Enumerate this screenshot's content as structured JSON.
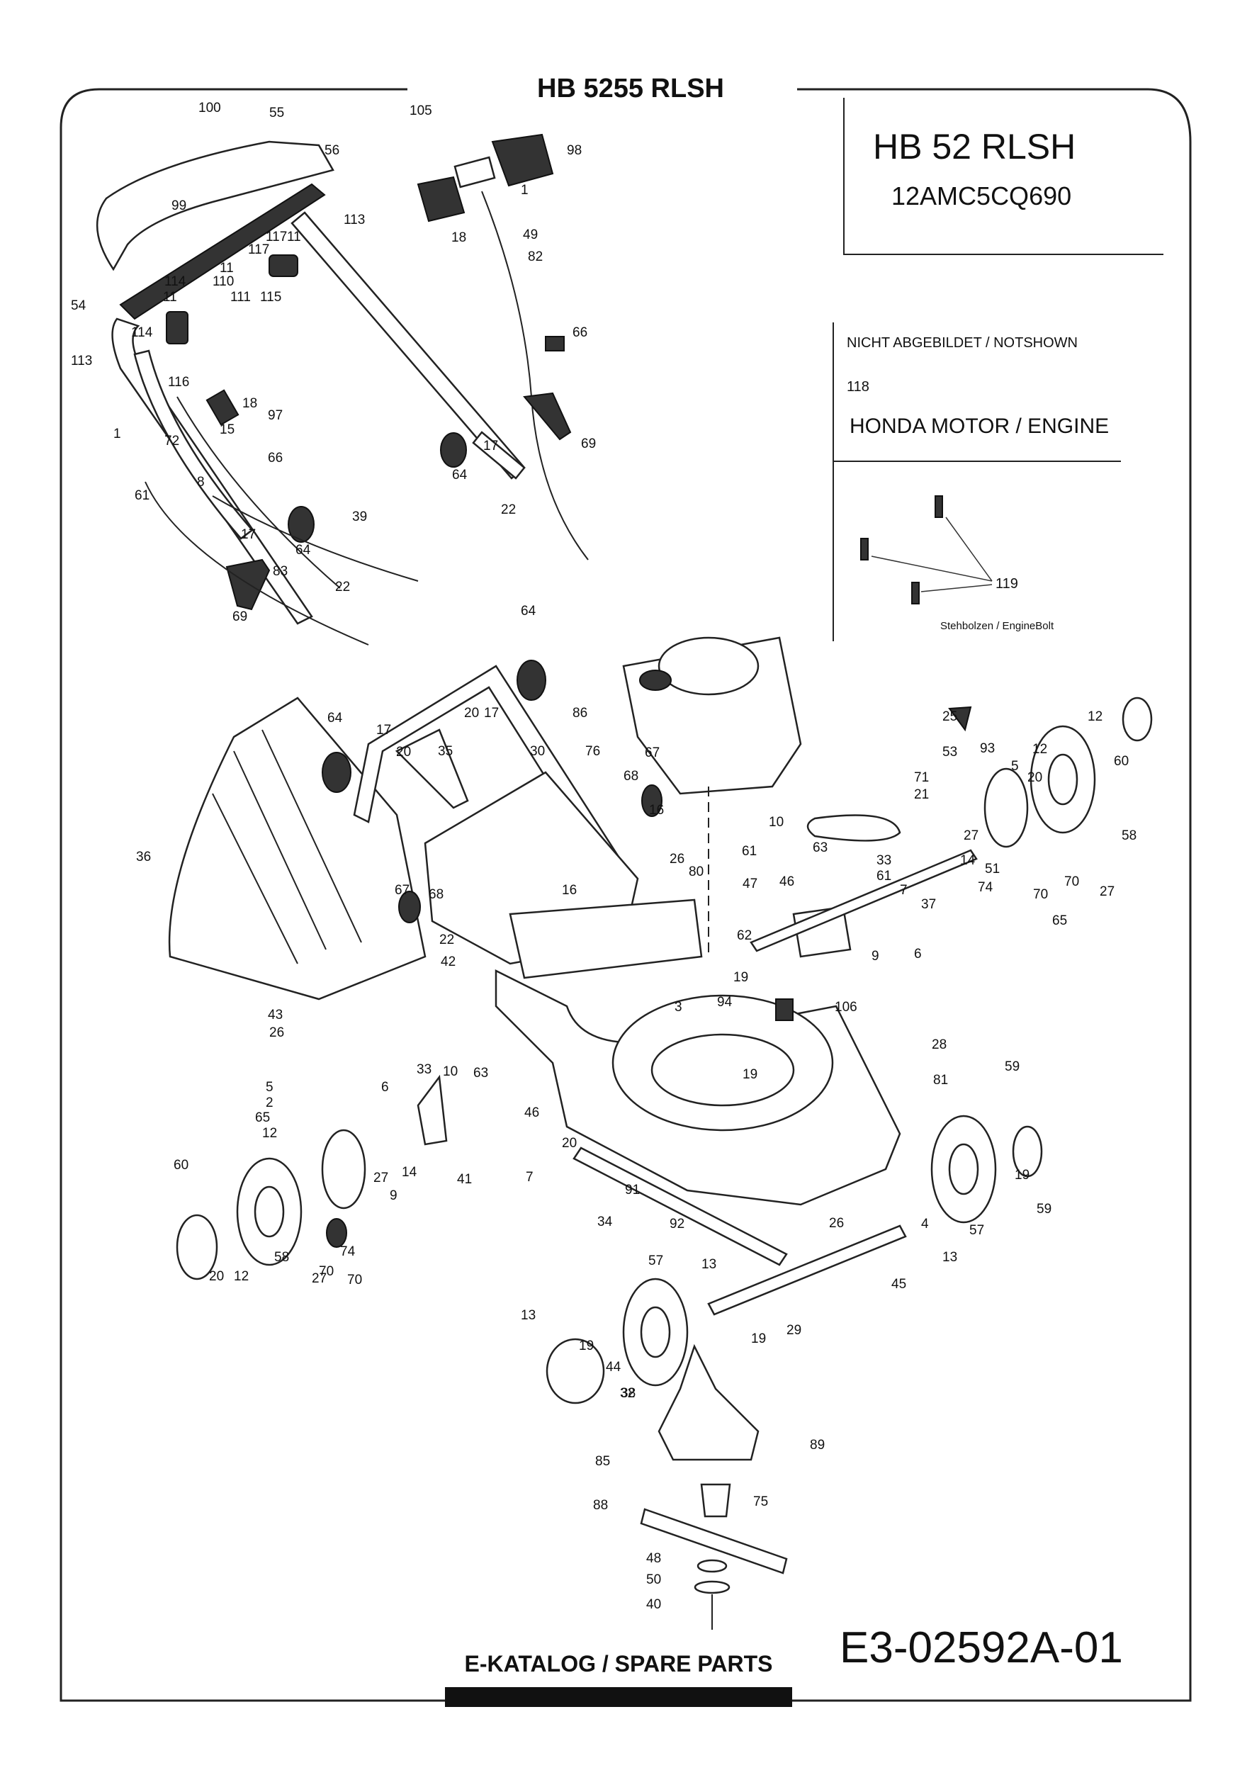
{
  "header": {
    "title": "HB 5255 RLSH"
  },
  "model_box": {
    "name": "HB 52 RLSH",
    "code": "12AMC5CQ690"
  },
  "not_shown": {
    "title": "NICHT ABGEBILDET / NOTSHOWN",
    "item_118": "118",
    "engine": "HONDA MOTOR / ENGINE",
    "item_119": "119",
    "bolt_caption": "Stehbolzen / EngineBolt"
  },
  "footer": {
    "label": "E-KATALOG / SPARE PARTS",
    "doc_number": "E3-02592A-01"
  },
  "callouts": [
    "100",
    "55",
    "56",
    "99",
    "113",
    "117",
    "117",
    "11",
    "11",
    "114",
    "11",
    "110",
    "111",
    "115",
    "54",
    "114",
    "113",
    "116",
    "18",
    "97",
    "15",
    "1",
    "72",
    "8",
    "66",
    "61",
    "39",
    "17",
    "64",
    "83",
    "22",
    "69",
    "105",
    "98",
    "1",
    "18",
    "49",
    "82",
    "66",
    "69",
    "17",
    "64",
    "22",
    "64",
    "20",
    "17",
    "86",
    "64",
    "17",
    "20",
    "35",
    "30",
    "76",
    "67",
    "68",
    "16",
    "36",
    "67",
    "68",
    "22",
    "16",
    "26",
    "80",
    "61",
    "47",
    "62",
    "42",
    "19",
    "3",
    "94",
    "106",
    "43",
    "26",
    "33",
    "10",
    "63",
    "5",
    "2",
    "6",
    "65",
    "12",
    "60",
    "58",
    "27",
    "14",
    "9",
    "41",
    "7",
    "20",
    "46",
    "91",
    "19",
    "34",
    "92",
    "28",
    "81",
    "12",
    "20",
    "70",
    "74",
    "27",
    "70",
    "57",
    "13",
    "4",
    "26",
    "45",
    "13",
    "57",
    "59",
    "19",
    "59",
    "13",
    "19",
    "32",
    "44",
    "38",
    "19",
    "29",
    "89",
    "85",
    "88",
    "75",
    "48",
    "50",
    "40",
    "25",
    "53",
    "71",
    "21",
    "10",
    "63",
    "46",
    "33",
    "61",
    "7",
    "37",
    "6",
    "9",
    "27",
    "14",
    "51",
    "74",
    "70",
    "70",
    "27",
    "65",
    "58",
    "93",
    "12",
    "5",
    "20",
    "60",
    "12"
  ]
}
